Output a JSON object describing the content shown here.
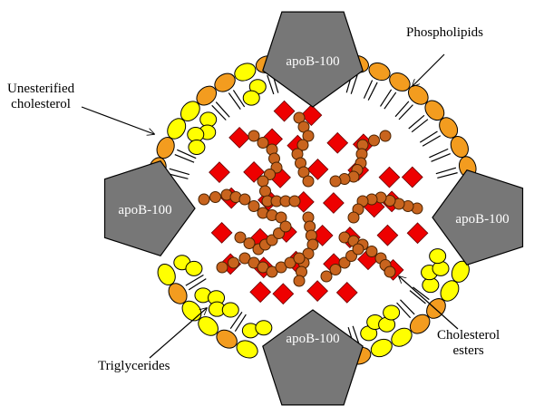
{
  "labels": {
    "phospholipids": "Phospholipids",
    "unesterified_cholesterol": [
      "Unesterified",
      "cholesterol"
    ],
    "triglycerides": "Triglycerides",
    "cholesterol_esters": [
      "Cholesterol",
      "esters"
    ],
    "apob": "apoB-100"
  },
  "colors": {
    "phospholipid_head": "#f39c1f",
    "cholesterol": "#ffff00",
    "triglyceride": "#ee0000",
    "cholesterol_ester": "#c8641e",
    "apob": "#777777",
    "outline": "#000000"
  }
}
